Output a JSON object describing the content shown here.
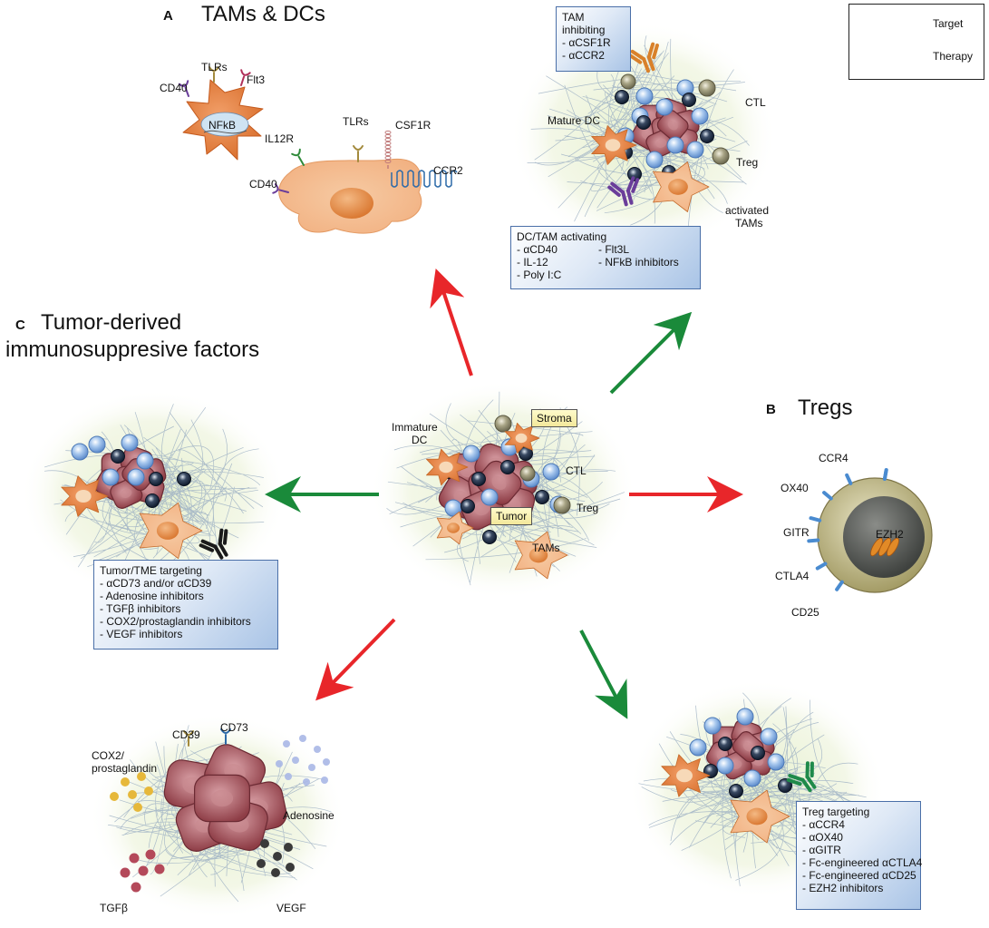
{
  "legend": {
    "target": "Target",
    "therapy": "Therapy",
    "target_color": "#e8262a",
    "therapy_color": "#1a8a3a"
  },
  "panels": {
    "a": {
      "letter": "A",
      "title": "TAMs & DCs"
    },
    "b": {
      "letter": "B",
      "title": "Tregs"
    },
    "c": {
      "letter": "C",
      "title_line1": "Tumor-derived",
      "title_line2": "immunosuppresive factors"
    }
  },
  "dc_cell": {
    "cd40": "CD40",
    "tlrs": "TLRs",
    "flt3": "Flt3",
    "nfkb": "NFkB"
  },
  "tam_cell": {
    "il12r": "IL12R",
    "tlrs": "TLRs",
    "csf1r": "CSF1R",
    "cd40": "CD40",
    "ccr2": "CCR2"
  },
  "top_right": {
    "mature_dc": "Mature DC",
    "ctl": "CTL",
    "treg": "Treg",
    "activated_tams_1": "activated",
    "activated_tams_2": "TAMs",
    "tam_box": {
      "title1": "TAM",
      "title2": "inhibiting",
      "items": [
        "- αCSF1R",
        "- αCCR2"
      ]
    },
    "dc_box": {
      "title": "DC/TAM activating",
      "col1": [
        "- αCD40",
        "- IL-12",
        "- Poly I:C"
      ],
      "col2": [
        "- Flt3L",
        "- NFkB inhibitors"
      ]
    }
  },
  "center": {
    "immature_1": "Immature",
    "immature_2": "DC",
    "stroma": "Stroma",
    "ctl": "CTL",
    "treg": "Treg",
    "tumor": "Tumor",
    "tams": "TAMs"
  },
  "left_box": {
    "title": "Tumor/TME targeting",
    "items": [
      "- αCD73 and/or αCD39",
      "- Adenosine inhibitors",
      "- TGFβ inhibitors",
      "- COX2/prostaglandin inhibitors",
      "- VEGF inhibitors"
    ]
  },
  "treg_cell": {
    "ccr4": "CCR4",
    "ox40": "OX40",
    "gitr": "GITR",
    "ctla4": "CTLA4",
    "cd25": "CD25",
    "ezh2": "EZH2"
  },
  "bottom_left": {
    "cd39": "CD39",
    "cd73": "CD73",
    "cox2_1": "COX2/",
    "cox2_2": "prostaglandin",
    "adenosine": "Adenosine",
    "tgfb": "TGFβ",
    "vegf": "VEGF"
  },
  "treg_box": {
    "title": "Treg targeting",
    "items": [
      "- αCCR4",
      "- αOX40",
      "- αGITR",
      "- Fc-engineered αCTLA4",
      "- Fc-engineered αCD25",
      "- EZH2 inhibitors"
    ]
  }
}
